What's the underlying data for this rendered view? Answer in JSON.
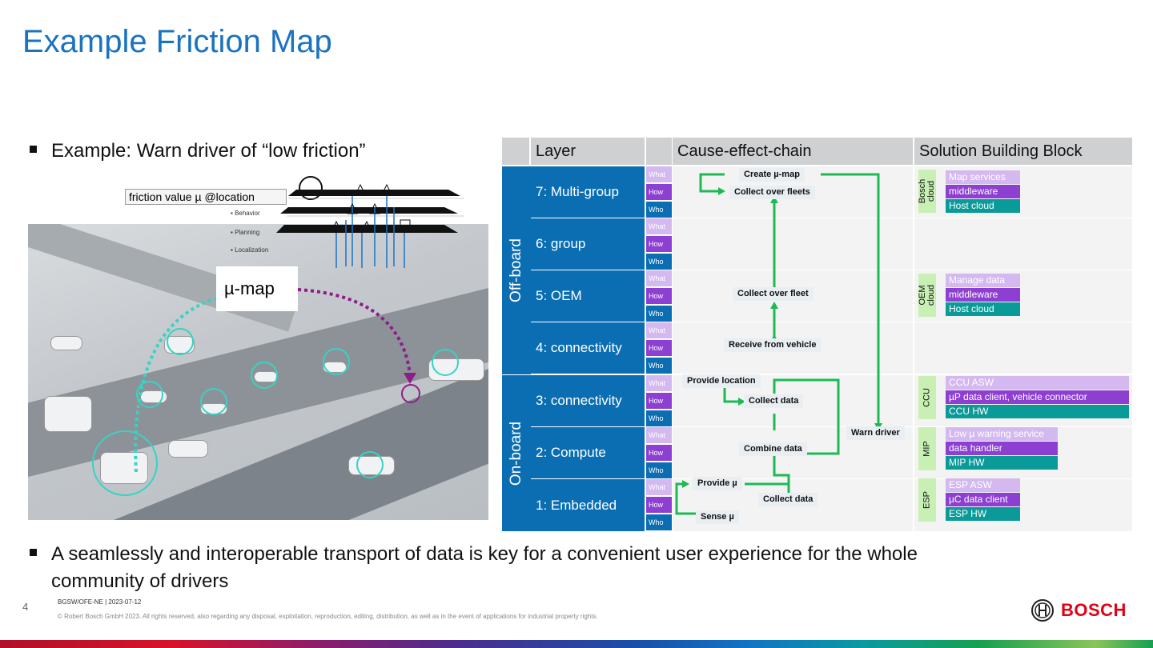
{
  "title": "Example Friction Map",
  "bullets": {
    "first": "Example: Warn driver of “low friction”",
    "second_line1": "A seamlessly and interoperable transport of data is key for a convenient user experience for the whole",
    "second_line2": "community of drivers"
  },
  "illustration": {
    "friction_label": "friction  value µ @location",
    "mu_map_label": "µ-map",
    "layer_list": [
      "Behavior",
      "Planning",
      "Localization"
    ]
  },
  "table": {
    "headers": {
      "layer": "Layer",
      "chain": "Cause-effect-chain",
      "sbb": "Solution Building Block"
    },
    "groups": {
      "offboard": "Off-board",
      "onboard": "On-board"
    },
    "wh": {
      "what": "What",
      "how": "How",
      "who": "Who"
    },
    "layers": [
      "7: Multi-group",
      "6: group",
      "5: OEM",
      "4: connectivity",
      "3: connectivity",
      "2: Compute",
      "1: Embedded"
    ],
    "chain_nodes": {
      "create_mu_map": "Create µ-map",
      "collect_over_fleets": "Collect over fleets",
      "collect_over_fleet": "Collect over fleet",
      "receive_from_vehicle": "Receive from vehicle",
      "provide_location": "Provide location",
      "collect_data_3": "Collect data",
      "warn_driver": "Warn driver",
      "combine_data": "Combine data",
      "provide_mu": "Provide µ",
      "collect_data_1": "Collect data",
      "sense_mu": "Sense µ"
    },
    "sbb": {
      "bosch_tag": "Bosch cloud",
      "bosch": [
        "Map services",
        "middleware",
        "Host cloud"
      ],
      "oem_tag": "OEM cloud",
      "oem": [
        "Manage data",
        "middleware",
        "Host cloud"
      ],
      "ccu_tag": "CCU",
      "ccu": [
        "CCU ASW",
        "µP data client, vehicle connector",
        "CCU HW"
      ],
      "mip_tag": "MIP",
      "mip": [
        "Low µ warning service",
        "data handler",
        "MIP HW"
      ],
      "esp_tag": "ESP",
      "esp": [
        "ESP ASW",
        "µC data client",
        "ESP HW"
      ]
    }
  },
  "footer": {
    "page_number": "4",
    "org": "BGSW/OFE-NE | 2023-07-12",
    "copyright": "© Robert Bosch GmbH 2023. All rights reserved, also regarding any disposal, exploitation, reproduction, editing, distribution, as well as in the event of applications for industrial property rights.",
    "brand": "BOSCH"
  },
  "colors": {
    "accent": "#1a73c0",
    "layer_blue": "#0b6eb2",
    "how_purple": "#8c3fd0",
    "what_lilac": "#d4b8f0",
    "teal": "#0a9a98",
    "chain_green": "#1db954",
    "brand_red": "#e20015"
  }
}
